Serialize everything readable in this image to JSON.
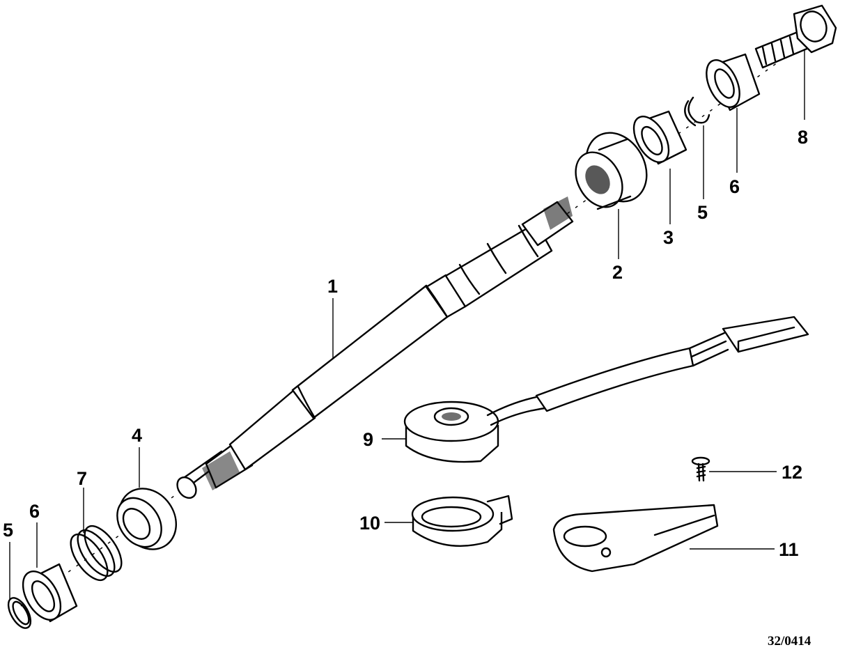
{
  "diagram": {
    "callouts": {
      "c1": "1",
      "c2": "2",
      "c3": "3",
      "c5_top": "5",
      "c6_top": "6",
      "c8": "8",
      "c4": "4",
      "c7": "7",
      "c6_bottom": "6",
      "c5_bottom": "5",
      "c9": "9",
      "c10": "10",
      "c11": "11",
      "c12": "12"
    },
    "reference_number": "32/0414"
  }
}
